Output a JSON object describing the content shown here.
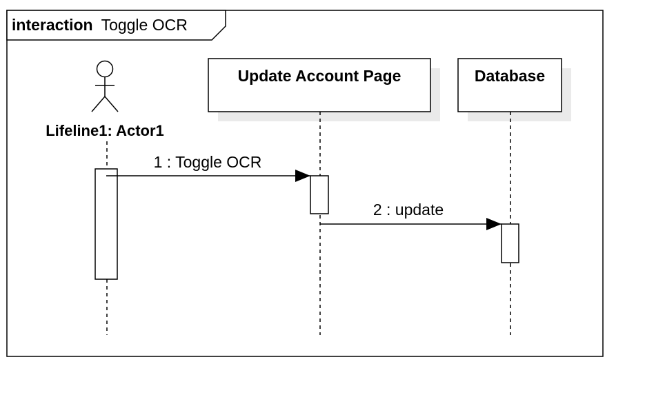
{
  "frame": {
    "keyword": "interaction",
    "name": "Toggle OCR"
  },
  "actor": {
    "label": "Lifeline1: Actor1"
  },
  "lifelines": [
    {
      "label": "Update Account Page"
    },
    {
      "label": "Database"
    }
  ],
  "messages": [
    {
      "label": "1 : Toggle OCR"
    },
    {
      "label": "2 : update"
    }
  ],
  "colors": {
    "line": "#000000",
    "shadow": "#eaeaea",
    "background": "#ffffff"
  }
}
